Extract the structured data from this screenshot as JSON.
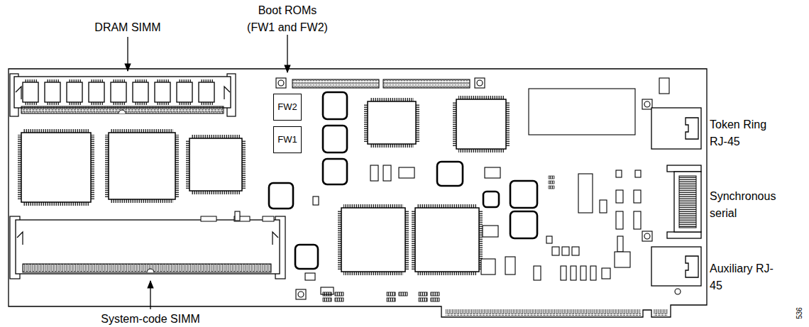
{
  "diagram": {
    "nodes": [
      {
        "text": [
          "FW2"
        ]
      },
      {
        "text": [
          "FW1"
        ]
      }
    ],
    "labels": [
      "DRAM SIMM",
      "Boot ROMs (FW1 and FW2)",
      "Token Ring RJ-45",
      "Synchronous serial",
      "Auxiliary RJ-45",
      "System-code SIMM",
      "536"
    ]
  }
}
